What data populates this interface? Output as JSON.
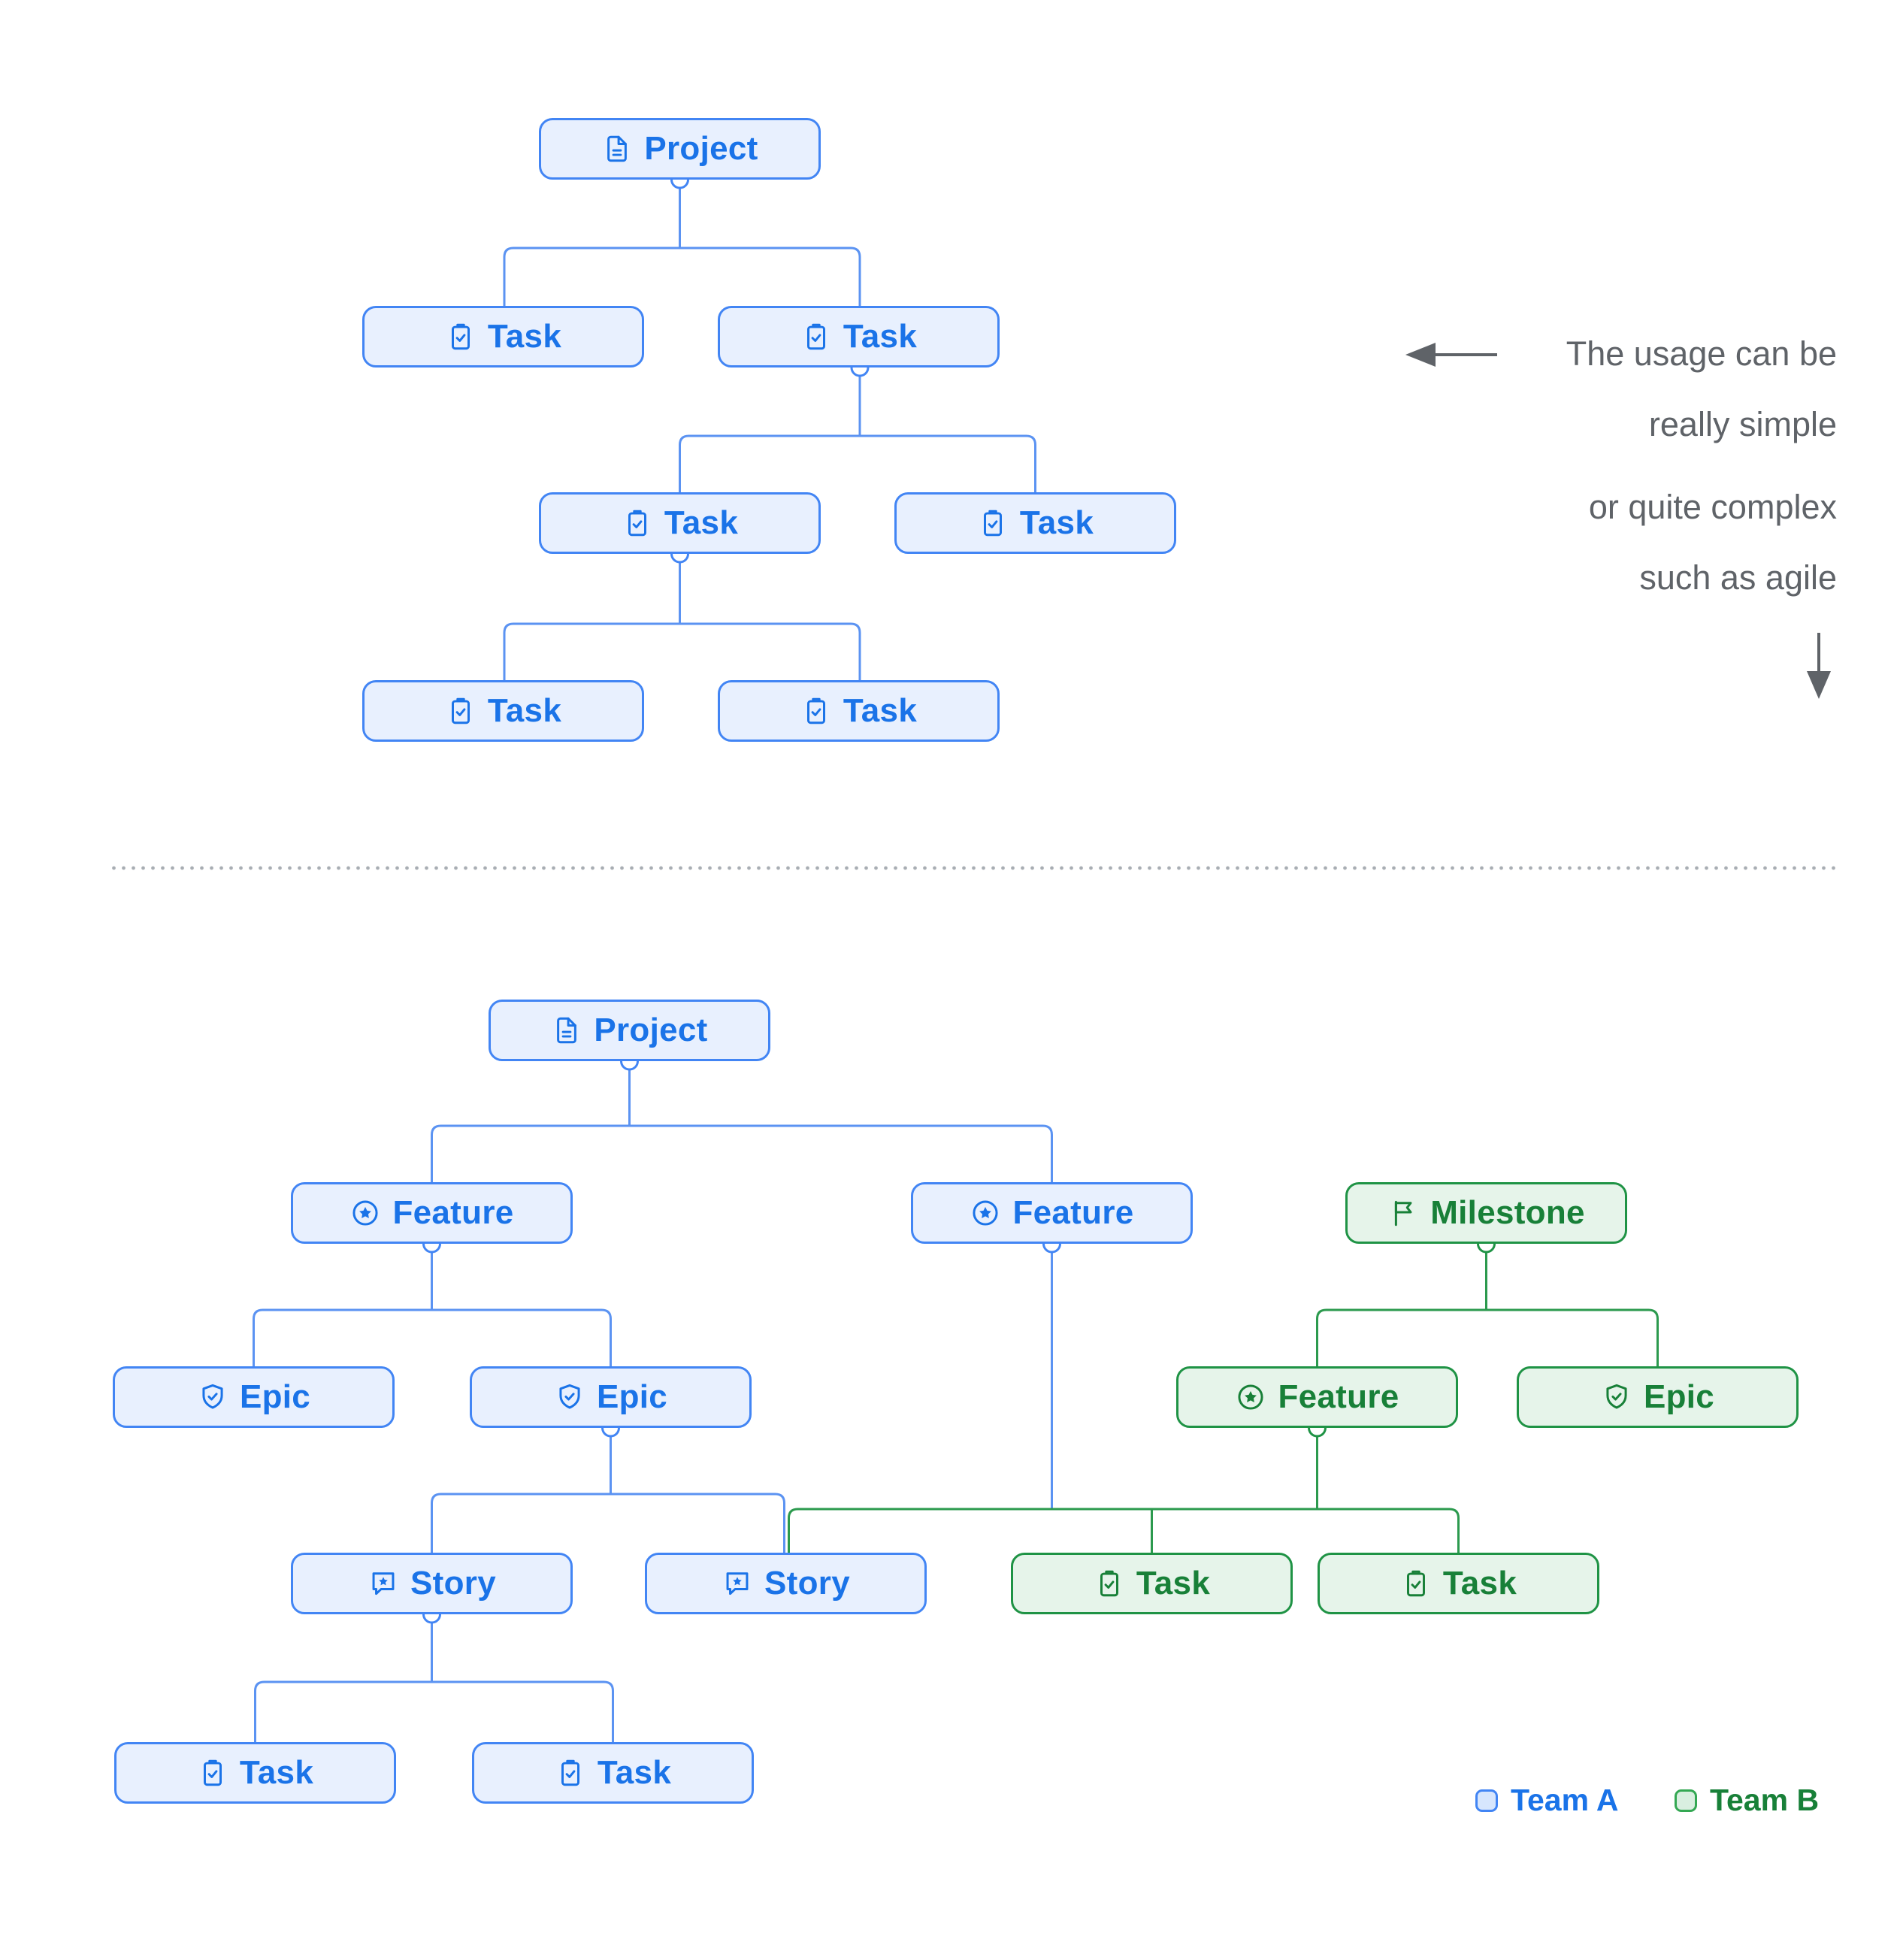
{
  "colors": {
    "team_a_fill": "#e8f0fe",
    "team_a_border": "#4285f4",
    "team_a_text": "#1a73e8",
    "team_a_line": "#5b93f2",
    "team_b_fill": "#e6f4ea",
    "team_b_border": "#1f9345",
    "team_b_text": "#188038",
    "team_b_line": "#2c9a4e",
    "annotation_text": "#5f6368",
    "separator_dots": "#a8adb3"
  },
  "annotation": {
    "lines": [
      "The usage can be",
      "really simple",
      "or quite complex",
      "such as agile"
    ],
    "icons": [
      "arrow-left-icon",
      "arrow-down-icon"
    ]
  },
  "legend": {
    "team_a": "Team A",
    "team_b": "Team B"
  },
  "simple": {
    "nodes": [
      {
        "type": "project",
        "icon": "document-icon",
        "label": "Project"
      },
      {
        "type": "task",
        "icon": "clipboard-check-icon",
        "label": "Task"
      },
      {
        "type": "task",
        "icon": "clipboard-check-icon",
        "label": "Task"
      },
      {
        "type": "task",
        "icon": "clipboard-check-icon",
        "label": "Task"
      },
      {
        "type": "task",
        "icon": "clipboard-check-icon",
        "label": "Task"
      },
      {
        "type": "task",
        "icon": "clipboard-check-icon",
        "label": "Task"
      },
      {
        "type": "task",
        "icon": "clipboard-check-icon",
        "label": "Task"
      }
    ],
    "links": [
      {
        "from": 0,
        "to": [
          1,
          2
        ]
      },
      {
        "from": 2,
        "to": [
          3,
          4
        ]
      },
      {
        "from": 3,
        "to": [
          5,
          6
        ]
      }
    ]
  },
  "complex": {
    "nodes": [
      {
        "type": "project",
        "team": "A",
        "icon": "document-icon",
        "label": "Project"
      },
      {
        "type": "feature",
        "team": "A",
        "icon": "star-circle-icon",
        "label": "Feature"
      },
      {
        "type": "feature",
        "team": "A",
        "icon": "star-circle-icon",
        "label": "Feature"
      },
      {
        "type": "milestone",
        "team": "B",
        "icon": "flag-icon",
        "label": "Milestone"
      },
      {
        "type": "epic",
        "team": "A",
        "icon": "shield-check-icon",
        "label": "Epic"
      },
      {
        "type": "epic",
        "team": "A",
        "icon": "shield-check-icon",
        "label": "Epic"
      },
      {
        "type": "feature",
        "team": "B",
        "icon": "star-circle-icon",
        "label": "Feature"
      },
      {
        "type": "epic",
        "team": "B",
        "icon": "shield-check-icon",
        "label": "Epic"
      },
      {
        "type": "story",
        "team": "A",
        "icon": "message-star-icon",
        "label": "Story"
      },
      {
        "type": "story",
        "team": "A",
        "icon": "message-star-icon",
        "label": "Story"
      },
      {
        "type": "task",
        "team": "B",
        "icon": "clipboard-check-icon",
        "label": "Task"
      },
      {
        "type": "task",
        "team": "B",
        "icon": "clipboard-check-icon",
        "label": "Task"
      },
      {
        "type": "task",
        "team": "A",
        "icon": "clipboard-check-icon",
        "label": "Task"
      },
      {
        "type": "task",
        "team": "A",
        "icon": "clipboard-check-icon",
        "label": "Task"
      }
    ],
    "links": [
      {
        "from": 0,
        "to": [
          1,
          2
        ]
      },
      {
        "from": 1,
        "to": [
          4,
          5
        ]
      },
      {
        "from": 5,
        "to": [
          8,
          9
        ]
      },
      {
        "from": 8,
        "to": [
          12,
          13
        ]
      },
      {
        "from": 3,
        "to": [
          6,
          7
        ]
      },
      {
        "from": "2 and 6 (shared connector)",
        "to": [
          9,
          10,
          11
        ]
      }
    ]
  }
}
